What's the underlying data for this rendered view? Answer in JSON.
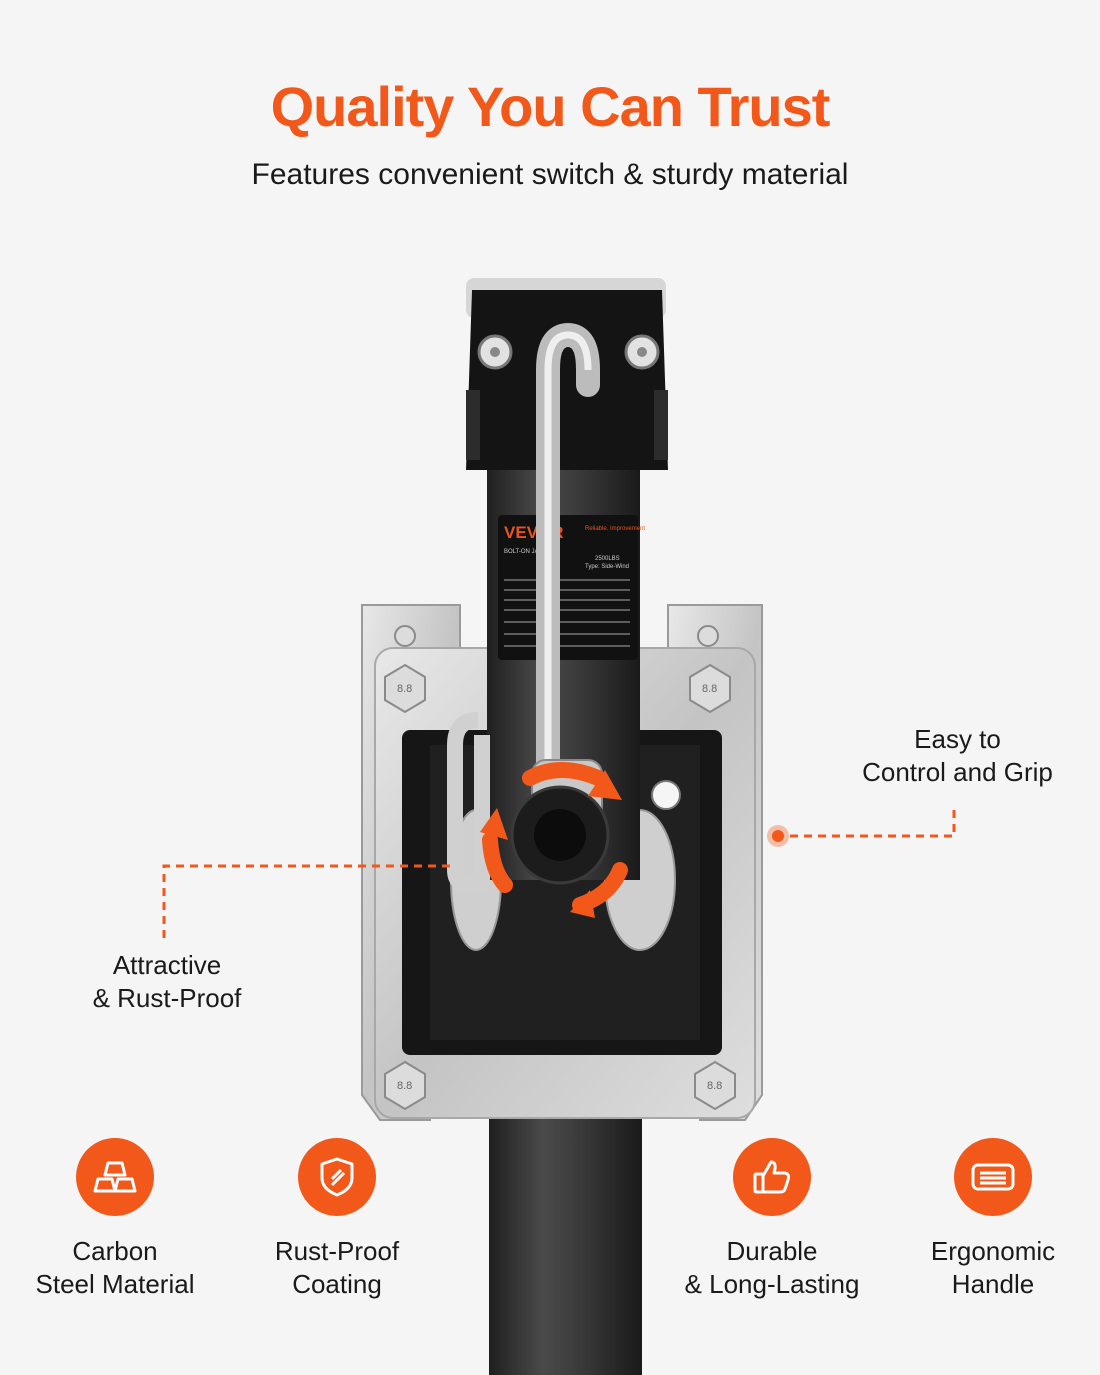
{
  "header": {
    "title": "Quality You Can Trust",
    "subtitle": "Features convenient switch & sturdy material"
  },
  "product": {
    "brand_label": "VEVOR",
    "label_tagline": "Reliable. Improvement",
    "label_model": "BOLT-ON JACK",
    "label_capacity": "2500LBS",
    "label_type": "Type: Side-Wind",
    "bolt_mark": "8.8"
  },
  "callouts": {
    "easy_grip": {
      "line1": "Easy to",
      "line2": "Control and Grip"
    },
    "rust_proof": {
      "line1": "Attractive",
      "line2": "& Rust-Proof"
    }
  },
  "features": [
    {
      "icon": "steel-ingots-icon",
      "line1": "Carbon",
      "line2": "Steel Material"
    },
    {
      "icon": "shield-icon",
      "line1": "Rust-Proof",
      "line2": "Coating"
    },
    {
      "icon": "thumbs-up-icon",
      "line1": "Durable",
      "line2": "& Long-Lasting"
    },
    {
      "icon": "handle-icon",
      "line1": "Ergonomic",
      "line2": "Handle"
    }
  ],
  "colors": {
    "accent": "#f2581a",
    "background": "#f5f5f5",
    "tube": "#2b2b2b",
    "steel": "#d4d4d4"
  }
}
